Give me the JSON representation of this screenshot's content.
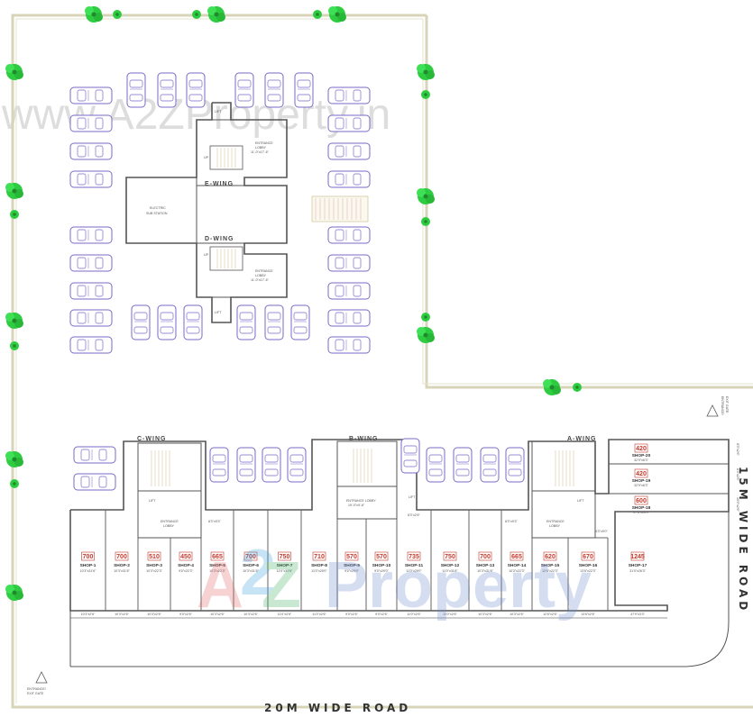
{
  "watermark_top": "www.A2ZProperty.in",
  "watermark_bottom": {
    "a": "A",
    "two": "2",
    "z": "Z",
    "property": "Property"
  },
  "wings": {
    "a": "A-WING",
    "b": "B-WING",
    "c": "C-WING",
    "d": "D-WING",
    "e": "E-WING"
  },
  "labels": {
    "lift": "LIFT",
    "up": "UP",
    "electric": [
      "ELECTRIC",
      "SUB STATION"
    ],
    "lobby_e": [
      "ENTRANCE",
      "LOBBY",
      "11'-0\"x17'-6\""
    ],
    "lobby_d": [
      "ENTRANCE",
      "LOBBY",
      "11'-0\"x17'-6\""
    ],
    "lobby_c": [
      "ENTRANCE",
      "LOBBY"
    ],
    "lobby_b": [
      "ENTRANCE LOBBY",
      "19'-0\"x9'-6\""
    ],
    "lobby_a": [
      "ENTRANCE",
      "LOBBY"
    ]
  },
  "roads": {
    "bottom": "20M WIDE ROAD",
    "right": "15M WIDE ROAD"
  },
  "gates": {
    "right": [
      "ENTRANCE/",
      "EXIT GATE"
    ],
    "left": [
      "ENTRANCE/",
      "EXIT GATE"
    ]
  },
  "small_dims": {
    "c_side": "8'3\"x9'3\"",
    "b_side": "8'3\"x2'6\"",
    "a_side": "8'3\"x9'3\"",
    "a_side2": "4'3\"x9'0\"",
    "r1": "8'3\"x2'6\"",
    "r2": "8'3\"x2'6\"",
    "r3": "10'0\"x2'6\""
  },
  "shops": [
    {
      "area": "700",
      "name": "SHOP-1",
      "size": "10'3\"x31'6\"",
      "front": "10'3\"x2'6\""
    },
    {
      "area": "700",
      "name": "SHOP-2",
      "size": "10'3\"x31'6\"",
      "front": "10'3\"x2'6\""
    },
    {
      "area": "510",
      "name": "SHOP-3",
      "size": "10'3\"x22'3\"",
      "front": "10'3\"x2'6\""
    },
    {
      "area": "450",
      "name": "SHOP-4",
      "size": "9'0\"x22'3\"",
      "front": "9'0\"x2'6\""
    },
    {
      "area": "665",
      "name": "SHOP-5",
      "size": "10'3\"x22'3\"",
      "front": "10'3\"x2'6\""
    },
    {
      "area": "700",
      "name": "SHOP-6",
      "size": "10'3\"x31'6\"",
      "front": "10'3\"x2'6\""
    },
    {
      "area": "750",
      "name": "SHOP-7",
      "size": "11'0\"x31'6\"",
      "front": "11'0\"x2'6\""
    },
    {
      "area": "710",
      "name": "SHOP-8",
      "size": "11'0\"x29'0\"",
      "front": "11'0\"x2'6\""
    },
    {
      "area": "570",
      "name": "SHOP-9",
      "size": "9'0\"x29'0\"",
      "front": "9'0\"x2'6\""
    },
    {
      "area": "570",
      "name": "SHOP-10",
      "size": "9'0\"x29'0\"",
      "front": "9'0\"x2'6\""
    },
    {
      "area": "735",
      "name": "SHOP-11",
      "size": "11'0\"x29'0\"",
      "front": "11'0\"x2'6\""
    },
    {
      "area": "750",
      "name": "SHOP-12",
      "size": "11'0\"x31'6\"",
      "front": "11'0\"x2'6\""
    },
    {
      "area": "700",
      "name": "SHOP-13",
      "size": "10'3\"x31'6\"",
      "front": "10'3\"x2'6\""
    },
    {
      "area": "665",
      "name": "SHOP-14",
      "size": "10'3\"x22'3\"",
      "front": "10'3\"x2'6\""
    },
    {
      "area": "620",
      "name": "SHOP-15",
      "size": "12'6\"x22'3\"",
      "front": "12'6\"x2'6\""
    },
    {
      "area": "670",
      "name": "SHOP-16",
      "size": "13'6\"x22'3\"",
      "front": "13'6\"x2'6\""
    },
    {
      "area": "1245",
      "name": "SHOP-17",
      "size": "31'0\"x26'3\"",
      "front": "47'9\"x3'3\""
    }
  ],
  "upper_shops": [
    {
      "area": "420",
      "name": "SHOP-20",
      "size": "32'9\"x8'3\""
    },
    {
      "area": "420",
      "name": "SHOP-19",
      "size": "32'9\"x8'3\""
    },
    {
      "area": "600",
      "name": "SHOP-18",
      "size": "27'6\"x10'0\""
    }
  ],
  "colors": {
    "wall": "#555555",
    "car": "#7b68c8",
    "tree": "#2ecc40",
    "red": "#c0392b",
    "boundary": "#d8d4b8"
  }
}
